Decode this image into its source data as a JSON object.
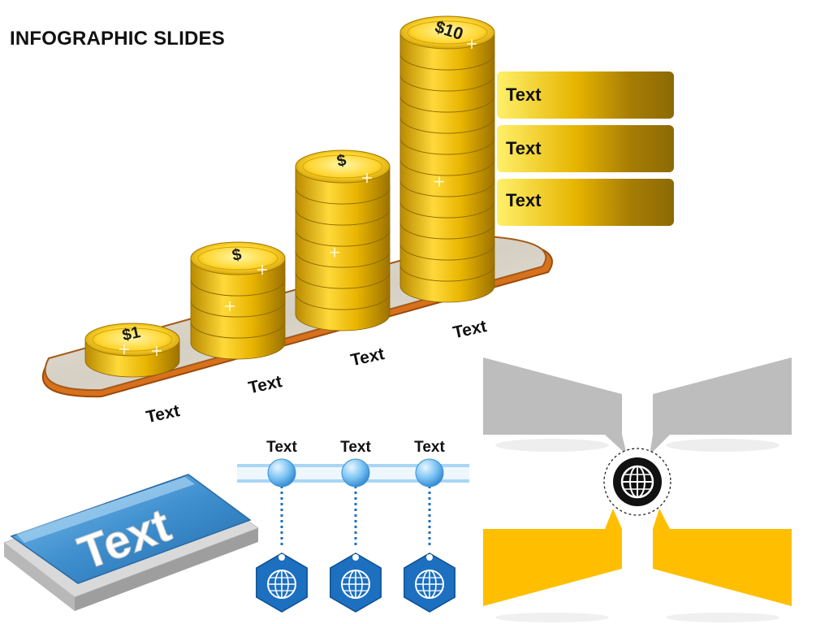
{
  "header": {
    "title": "INFOGRAPHIC SLIDES"
  },
  "coins": {
    "stack1_face": "$1",
    "stack2_face": "$",
    "stack3_face": "$",
    "stack4_face": "$10",
    "base_labels": [
      "Text",
      "Text",
      "Text",
      "Text"
    ],
    "banners": [
      "Text",
      "Text",
      "Text"
    ]
  },
  "timeline": {
    "labels": [
      "Text",
      "Text",
      "Text"
    ],
    "badge_icon": "globe-icon"
  },
  "key_3d": {
    "label": "Text"
  },
  "hub": {
    "icon": "globe-icon"
  },
  "colors": {
    "gold": "#f0c419",
    "gold_dark": "#a07800",
    "timeline_blue": "#1d6fc0",
    "hub_gray": "#bdbdbd",
    "hub_yellow": "#ffbf00",
    "tray_rim": "#c25a12"
  }
}
